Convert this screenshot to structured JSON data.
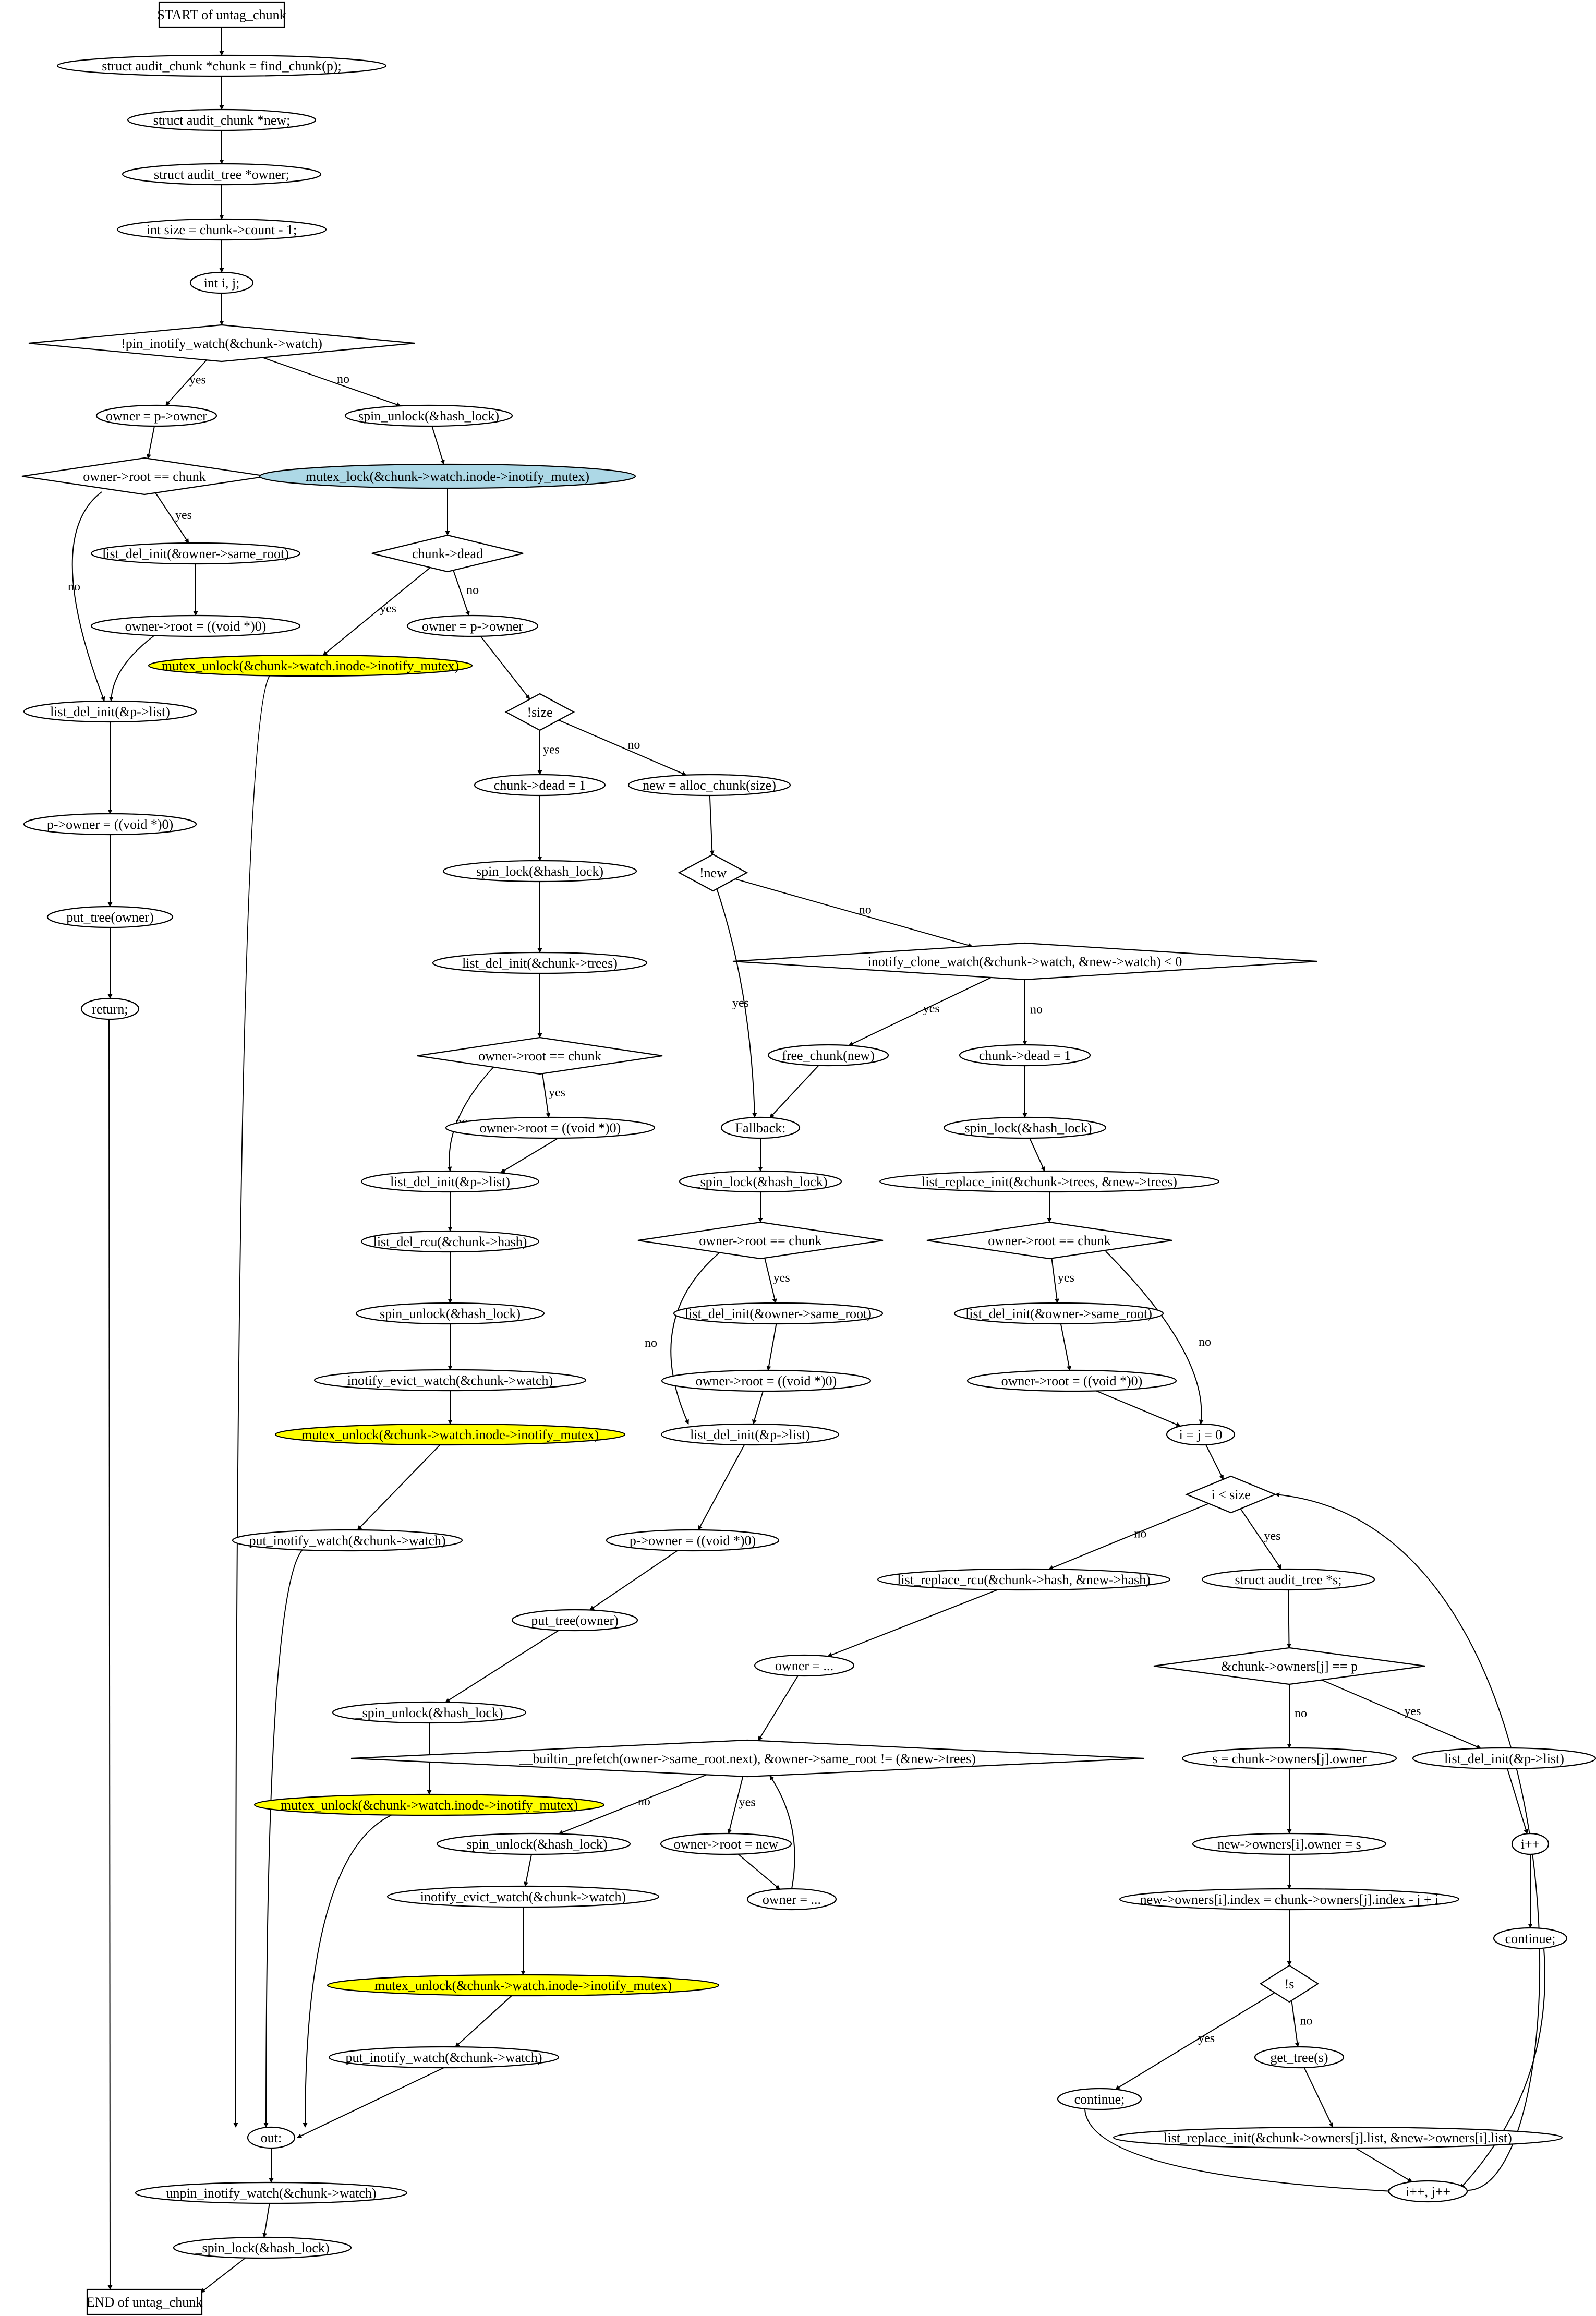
{
  "colors": {
    "blue": "#add8e6",
    "yellow": "#ffff00",
    "white": "#ffffff",
    "stroke": "#000000"
  },
  "nodes": [
    {
      "id": "start",
      "text": "START of untag_chunk",
      "shape": "rect"
    },
    {
      "id": "n1",
      "text": "struct audit_chunk *chunk = find_chunk(p);",
      "shape": "ellipse"
    },
    {
      "id": "n2",
      "text": "struct audit_chunk *new;",
      "shape": "ellipse"
    },
    {
      "id": "n3",
      "text": "struct audit_tree *owner;",
      "shape": "ellipse"
    },
    {
      "id": "n4",
      "text": "int size = chunk->count - 1;",
      "shape": "ellipse"
    },
    {
      "id": "n5",
      "text": "int i, j;",
      "shape": "ellipse"
    },
    {
      "id": "d1",
      "text": "!pin_inotify_watch(&chunk->watch)",
      "shape": "diamond"
    },
    {
      "id": "n6",
      "text": "owner = p->owner",
      "shape": "ellipse"
    },
    {
      "id": "n7",
      "text": "spin_unlock(&hash_lock)",
      "shape": "ellipse"
    },
    {
      "id": "d2",
      "text": "owner->root == chunk",
      "shape": "diamond"
    },
    {
      "id": "n8",
      "text": "mutex_lock(&chunk->watch.inode->inotify_mutex)",
      "shape": "ellipse",
      "fill": "blue"
    },
    {
      "id": "n9",
      "text": "list_del_init(&owner->same_root)",
      "shape": "ellipse"
    },
    {
      "id": "d3",
      "text": "chunk->dead",
      "shape": "diamond"
    },
    {
      "id": "n10",
      "text": "owner->root = ((void *)0)",
      "shape": "ellipse"
    },
    {
      "id": "n11",
      "text": "owner = p->owner",
      "shape": "ellipse"
    },
    {
      "id": "n12",
      "text": "mutex_unlock(&chunk->watch.inode->inotify_mutex)",
      "shape": "ellipse",
      "fill": "yellow"
    },
    {
      "id": "n13",
      "text": "list_del_init(&p->list)",
      "shape": "ellipse"
    },
    {
      "id": "d4",
      "text": "!size",
      "shape": "diamond"
    },
    {
      "id": "n14",
      "text": "chunk->dead = 1",
      "shape": "ellipse"
    },
    {
      "id": "n15",
      "text": "new = alloc_chunk(size)",
      "shape": "ellipse"
    },
    {
      "id": "n16",
      "text": "p->owner = ((void *)0)",
      "shape": "ellipse"
    },
    {
      "id": "n17",
      "text": "spin_lock(&hash_lock)",
      "shape": "ellipse"
    },
    {
      "id": "d5",
      "text": "!new",
      "shape": "diamond"
    },
    {
      "id": "n18",
      "text": "put_tree(owner)",
      "shape": "ellipse"
    },
    {
      "id": "n19",
      "text": "list_del_init(&chunk->trees)",
      "shape": "ellipse"
    },
    {
      "id": "d6",
      "text": "inotify_clone_watch(&chunk->watch, &new->watch) < 0",
      "shape": "diamond"
    },
    {
      "id": "n20",
      "text": "return;",
      "shape": "ellipse"
    },
    {
      "id": "d7",
      "text": "owner->root == chunk",
      "shape": "diamond"
    },
    {
      "id": "n21",
      "text": "free_chunk(new)",
      "shape": "ellipse"
    },
    {
      "id": "n22",
      "text": "chunk->dead = 1",
      "shape": "ellipse"
    },
    {
      "id": "n23",
      "text": "owner->root = ((void *)0)",
      "shape": "ellipse"
    },
    {
      "id": "n24",
      "text": "Fallback:",
      "shape": "ellipse"
    },
    {
      "id": "n25",
      "text": "_spin_lock(&hash_lock)",
      "shape": "ellipse"
    },
    {
      "id": "n26",
      "text": "list_del_init(&p->list)",
      "shape": "ellipse"
    },
    {
      "id": "n27",
      "text": "_spin_lock(&hash_lock)",
      "shape": "ellipse"
    },
    {
      "id": "n28",
      "text": "list_replace_init(&chunk->trees, &new->trees)",
      "shape": "ellipse"
    },
    {
      "id": "n29",
      "text": "list_del_rcu(&chunk->hash)",
      "shape": "ellipse"
    },
    {
      "id": "d8",
      "text": "owner->root == chunk",
      "shape": "diamond"
    },
    {
      "id": "d9",
      "text": "owner->root == chunk",
      "shape": "diamond"
    },
    {
      "id": "n30",
      "text": "spin_unlock(&hash_lock)",
      "shape": "ellipse"
    },
    {
      "id": "n31",
      "text": "list_del_init(&owner->same_root)",
      "shape": "ellipse"
    },
    {
      "id": "n32",
      "text": "list_del_init(&owner->same_root)",
      "shape": "ellipse"
    },
    {
      "id": "n33",
      "text": "inotify_evict_watch(&chunk->watch)",
      "shape": "ellipse"
    },
    {
      "id": "n34",
      "text": "owner->root = ((void *)0)",
      "shape": "ellipse"
    },
    {
      "id": "n35",
      "text": "owner->root = ((void *)0)",
      "shape": "ellipse"
    },
    {
      "id": "n36",
      "text": "mutex_unlock(&chunk->watch.inode->inotify_mutex)",
      "shape": "ellipse",
      "fill": "yellow"
    },
    {
      "id": "n37",
      "text": "list_del_init(&p->list)",
      "shape": "ellipse"
    },
    {
      "id": "n38",
      "text": "i = j = 0",
      "shape": "ellipse"
    },
    {
      "id": "d10",
      "text": "i < size",
      "shape": "diamond"
    },
    {
      "id": "n39",
      "text": "put_inotify_watch(&chunk->watch)",
      "shape": "ellipse"
    },
    {
      "id": "n40",
      "text": "p->owner = ((void *)0)",
      "shape": "ellipse"
    },
    {
      "id": "n41",
      "text": "list_replace_rcu(&chunk->hash, &new->hash)",
      "shape": "ellipse"
    },
    {
      "id": "n42",
      "text": "struct audit_tree *s;",
      "shape": "ellipse"
    },
    {
      "id": "n43",
      "text": "put_tree(owner)",
      "shape": "ellipse"
    },
    {
      "id": "d11",
      "text": "&chunk->owners[j] == p",
      "shape": "diamond"
    },
    {
      "id": "n44",
      "text": "owner = ...",
      "shape": "ellipse"
    },
    {
      "id": "n45",
      "text": "_spin_unlock(&hash_lock)",
      "shape": "ellipse"
    },
    {
      "id": "d12",
      "text": "__builtin_prefetch(owner->same_root.next), &owner->same_root != (&new->trees)",
      "shape": "diamond"
    },
    {
      "id": "n46",
      "text": "s = chunk->owners[j].owner",
      "shape": "ellipse"
    },
    {
      "id": "n47",
      "text": "list_del_init(&p->list)",
      "shape": "ellipse"
    },
    {
      "id": "n48",
      "text": "mutex_unlock(&chunk->watch.inode->inotify_mutex)",
      "shape": "ellipse",
      "fill": "yellow"
    },
    {
      "id": "n49",
      "text": "_spin_unlock(&hash_lock)",
      "shape": "ellipse"
    },
    {
      "id": "n50",
      "text": "owner->root = new",
      "shape": "ellipse"
    },
    {
      "id": "n51",
      "text": "new->owners[i].owner = s",
      "shape": "ellipse"
    },
    {
      "id": "n52",
      "text": "i++",
      "shape": "ellipse"
    },
    {
      "id": "n53",
      "text": "owner = ...",
      "shape": "ellipse"
    },
    {
      "id": "n54",
      "text": "inotify_evict_watch(&chunk->watch)",
      "shape": "ellipse"
    },
    {
      "id": "n55",
      "text": "new->owners[i].index = chunk->owners[j].index - j + i",
      "shape": "ellipse"
    },
    {
      "id": "n56",
      "text": "continue;",
      "shape": "ellipse"
    },
    {
      "id": "d13",
      "text": "!s",
      "shape": "diamond"
    },
    {
      "id": "n57",
      "text": "mutex_unlock(&chunk->watch.inode->inotify_mutex)",
      "shape": "ellipse",
      "fill": "yellow"
    },
    {
      "id": "n58",
      "text": "put_inotify_watch(&chunk->watch)",
      "shape": "ellipse"
    },
    {
      "id": "n59",
      "text": "get_tree(s)",
      "shape": "ellipse"
    },
    {
      "id": "n60",
      "text": "continue;",
      "shape": "ellipse"
    },
    {
      "id": "n61",
      "text": "out:",
      "shape": "ellipse"
    },
    {
      "id": "n62",
      "text": "list_replace_init(&chunk->owners[j].list, &new->owners[i].list)",
      "shape": "ellipse"
    },
    {
      "id": "n63",
      "text": "i++, j++",
      "shape": "ellipse"
    },
    {
      "id": "n64",
      "text": "unpin_inotify_watch(&chunk->watch)",
      "shape": "ellipse"
    },
    {
      "id": "n65",
      "text": "_spin_lock(&hash_lock)",
      "shape": "ellipse"
    },
    {
      "id": "end",
      "text": "END of untag_chunk",
      "shape": "rect"
    }
  ],
  "edges": [
    {
      "from": "start",
      "to": "n1",
      "label": ""
    },
    {
      "from": "n1",
      "to": "n2",
      "label": ""
    },
    {
      "from": "n2",
      "to": "n3",
      "label": ""
    },
    {
      "from": "n3",
      "to": "n4",
      "label": ""
    },
    {
      "from": "n4",
      "to": "n5",
      "label": ""
    },
    {
      "from": "n5",
      "to": "d1",
      "label": ""
    },
    {
      "from": "d1",
      "to": "n6",
      "label": "yes"
    },
    {
      "from": "d1",
      "to": "n7",
      "label": "no"
    },
    {
      "from": "n6",
      "to": "d2",
      "label": ""
    },
    {
      "from": "n7",
      "to": "n8",
      "label": ""
    },
    {
      "from": "d2",
      "to": "n9",
      "label": "yes"
    },
    {
      "from": "d2",
      "to": "n13",
      "label": "no"
    },
    {
      "from": "n8",
      "to": "d3",
      "label": ""
    },
    {
      "from": "n9",
      "to": "n10",
      "label": ""
    },
    {
      "from": "n10",
      "to": "n13",
      "label": ""
    },
    {
      "from": "d3",
      "to": "n12",
      "label": "yes"
    },
    {
      "from": "d3",
      "to": "n11",
      "label": "no"
    },
    {
      "from": "n11",
      "to": "d4",
      "label": ""
    },
    {
      "from": "n12",
      "to": "n61",
      "label": ""
    },
    {
      "from": "n13",
      "to": "n16",
      "label": ""
    },
    {
      "from": "d4",
      "to": "n14",
      "label": "yes"
    },
    {
      "from": "d4",
      "to": "n15",
      "label": "no"
    },
    {
      "from": "n14",
      "to": "n17",
      "label": ""
    },
    {
      "from": "n15",
      "to": "d5",
      "label": ""
    },
    {
      "from": "n16",
      "to": "n18",
      "label": ""
    },
    {
      "from": "n17",
      "to": "n19",
      "label": ""
    },
    {
      "from": "d5",
      "to": "d6",
      "label": "no"
    },
    {
      "from": "d5",
      "to": "n24",
      "label": "yes"
    },
    {
      "from": "n18",
      "to": "n20",
      "label": ""
    },
    {
      "from": "n19",
      "to": "d7",
      "label": ""
    },
    {
      "from": "d6",
      "to": "n21",
      "label": "yes"
    },
    {
      "from": "d6",
      "to": "n22",
      "label": "no"
    },
    {
      "from": "n20",
      "to": "end",
      "label": ""
    },
    {
      "from": "d7",
      "to": "n23",
      "label": "yes"
    },
    {
      "from": "d7",
      "to": "n26",
      "label": "no"
    },
    {
      "from": "n21",
      "to": "n24",
      "label": ""
    },
    {
      "from": "n22",
      "to": "n27",
      "label": ""
    },
    {
      "from": "n23",
      "to": "n26",
      "label": ""
    },
    {
      "from": "n24",
      "to": "n25",
      "label": ""
    },
    {
      "from": "n26",
      "to": "n29",
      "label": ""
    },
    {
      "from": "n25",
      "to": "d8",
      "label": ""
    },
    {
      "from": "n27",
      "to": "n28",
      "label": ""
    },
    {
      "from": "n28",
      "to": "d9",
      "label": ""
    },
    {
      "from": "n29",
      "to": "n30",
      "label": ""
    },
    {
      "from": "d8",
      "to": "n31",
      "label": "yes"
    },
    {
      "from": "d8",
      "to": "n37",
      "label": "no"
    },
    {
      "from": "d9",
      "to": "n32",
      "label": "yes"
    },
    {
      "from": "d9",
      "to": "n38",
      "label": "no"
    },
    {
      "from": "n30",
      "to": "n33",
      "label": ""
    },
    {
      "from": "n31",
      "to": "n34",
      "label": ""
    },
    {
      "from": "n32",
      "to": "n35",
      "label": ""
    },
    {
      "from": "n33",
      "to": "n36",
      "label": ""
    },
    {
      "from": "n34",
      "to": "n37",
      "label": ""
    },
    {
      "from": "n35",
      "to": "n38",
      "label": ""
    },
    {
      "from": "n36",
      "to": "n39",
      "label": ""
    },
    {
      "from": "n37",
      "to": "n40",
      "label": ""
    },
    {
      "from": "n38",
      "to": "d10",
      "label": ""
    },
    {
      "from": "n39",
      "to": "n61",
      "label": ""
    },
    {
      "from": "n40",
      "to": "n43",
      "label": ""
    },
    {
      "from": "d10",
      "to": "n41",
      "label": "no"
    },
    {
      "from": "d10",
      "to": "n42",
      "label": "yes"
    },
    {
      "from": "n41",
      "to": "n44",
      "label": ""
    },
    {
      "from": "n42",
      "to": "d11",
      "label": ""
    },
    {
      "from": "n43",
      "to": "n45",
      "label": ""
    },
    {
      "from": "d11",
      "to": "n46",
      "label": "no"
    },
    {
      "from": "d11",
      "to": "n47",
      "label": "yes"
    },
    {
      "from": "n44",
      "to": "d12",
      "label": ""
    },
    {
      "from": "n45",
      "to": "n48",
      "label": ""
    },
    {
      "from": "d12",
      "to": "n49",
      "label": "no"
    },
    {
      "from": "d12",
      "to": "n50",
      "label": "yes"
    },
    {
      "from": "n46",
      "to": "n51",
      "label": ""
    },
    {
      "from": "n47",
      "to": "n52",
      "label": ""
    },
    {
      "from": "n48",
      "to": "n61",
      "label": ""
    },
    {
      "from": "n50",
      "to": "n53",
      "label": ""
    },
    {
      "from": "n53",
      "to": "d12",
      "label": ""
    },
    {
      "from": "n49",
      "to": "n54",
      "label": ""
    },
    {
      "from": "n51",
      "to": "n55",
      "label": ""
    },
    {
      "from": "n52",
      "to": "n56",
      "label": ""
    },
    {
      "from": "n55",
      "to": "d13",
      "label": ""
    },
    {
      "from": "n54",
      "to": "n57",
      "label": ""
    },
    {
      "from": "n56",
      "to": "n63",
      "label": ""
    },
    {
      "from": "n57",
      "to": "n58",
      "label": ""
    },
    {
      "from": "d13",
      "to": "n60",
      "label": "yes"
    },
    {
      "from": "d13",
      "to": "n59",
      "label": "no"
    },
    {
      "from": "n58",
      "to": "n61",
      "label": ""
    },
    {
      "from": "n59",
      "to": "n62",
      "label": ""
    },
    {
      "from": "n60",
      "to": "n63",
      "label": ""
    },
    {
      "from": "n62",
      "to": "n63",
      "label": ""
    },
    {
      "from": "n63",
      "to": "d10",
      "label": ""
    },
    {
      "from": "n61",
      "to": "n64",
      "label": ""
    },
    {
      "from": "n64",
      "to": "n65",
      "label": ""
    },
    {
      "from": "n65",
      "to": "end",
      "label": ""
    }
  ]
}
